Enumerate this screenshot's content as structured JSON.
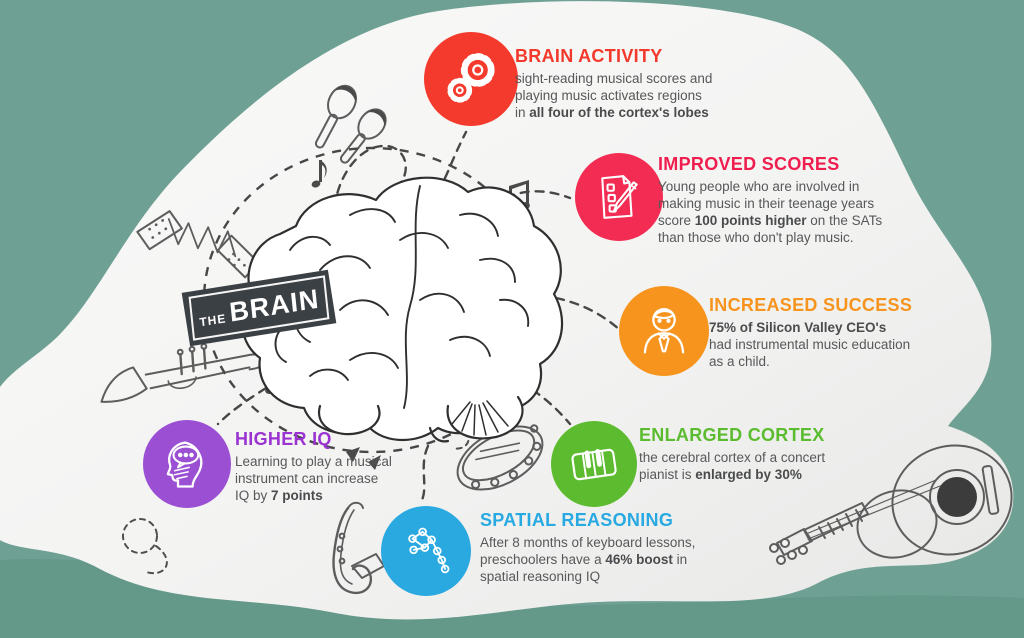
{
  "banner": {
    "the": "THE",
    "brain": "BRAIN"
  },
  "colors": {
    "background_teal": "#6FA094",
    "background_teal_dark": "#649889",
    "blob_white": "#F5F5F4",
    "banner_bg": "#3B4045",
    "body_text": "#57585A",
    "red": "#F43A2C",
    "crimson": "#F22C52",
    "orange": "#F7941E",
    "green": "#5CBB2F",
    "purple": "#9B4FD3",
    "blue": "#2AA8E0"
  },
  "callouts": [
    {
      "title": "BRAIN ACTIVITY",
      "icon": "gears-icon",
      "color": "#F43A2C",
      "body": [
        {
          "t": "sight-reading musical scores and\nplaying music activates regions\nin ",
          "b": false
        },
        {
          "t": "all four of the cortex's lobes",
          "b": true
        }
      ]
    },
    {
      "title": "IMPROVED SCORES",
      "icon": "checklist-pen-icon",
      "color": "#F22C52",
      "body": [
        {
          "t": "Young people who are involved in\nmaking music in their teenage years\nscore ",
          "b": false
        },
        {
          "t": "100 points higher",
          "b": true
        },
        {
          "t": " on the SATs\nthan those who don't play music.",
          "b": false
        }
      ]
    },
    {
      "title": "INCREASED SUCCESS",
      "icon": "businessman-icon",
      "color": "#F7941E",
      "body": [
        {
          "t": "75% of Silicon Valley CEO's",
          "b": true
        },
        {
          "t": "\nhad instrumental music education\nas a child.",
          "b": false
        }
      ]
    },
    {
      "title": "ENLARGED CORTEX",
      "icon": "piano-keys-icon",
      "color": "#5CBB2F",
      "body": [
        {
          "t": "the cerebral cortex of a concert\npianist is ",
          "b": false
        },
        {
          "t": "enlarged by 30%",
          "b": true
        }
      ]
    },
    {
      "title": "HIGHER IQ",
      "icon": "head-thought-icon",
      "color": "#9B4FD3",
      "body": [
        {
          "t": "Learning to play a musical\ninstrument can increase\nIQ by ",
          "b": false
        },
        {
          "t": "7 points",
          "b": true
        }
      ]
    },
    {
      "title": "SPATIAL REASONING",
      "icon": "constellation-icon",
      "color": "#2AA8E0",
      "body": [
        {
          "t": "After 8 months of keyboard lessons,\npreschoolers have a ",
          "b": false
        },
        {
          "t": "46% boost",
          "b": true
        },
        {
          "t": " in\nspatial reasoning IQ",
          "b": false
        }
      ]
    }
  ],
  "illustrations": {
    "center": "brain-sketch",
    "instruments": [
      "maracas",
      "accordion",
      "trumpet",
      "tambourine",
      "saxophone",
      "guitar"
    ],
    "decor": [
      "music-notes",
      "dashed-connector-lines",
      "dashed-ring"
    ]
  }
}
